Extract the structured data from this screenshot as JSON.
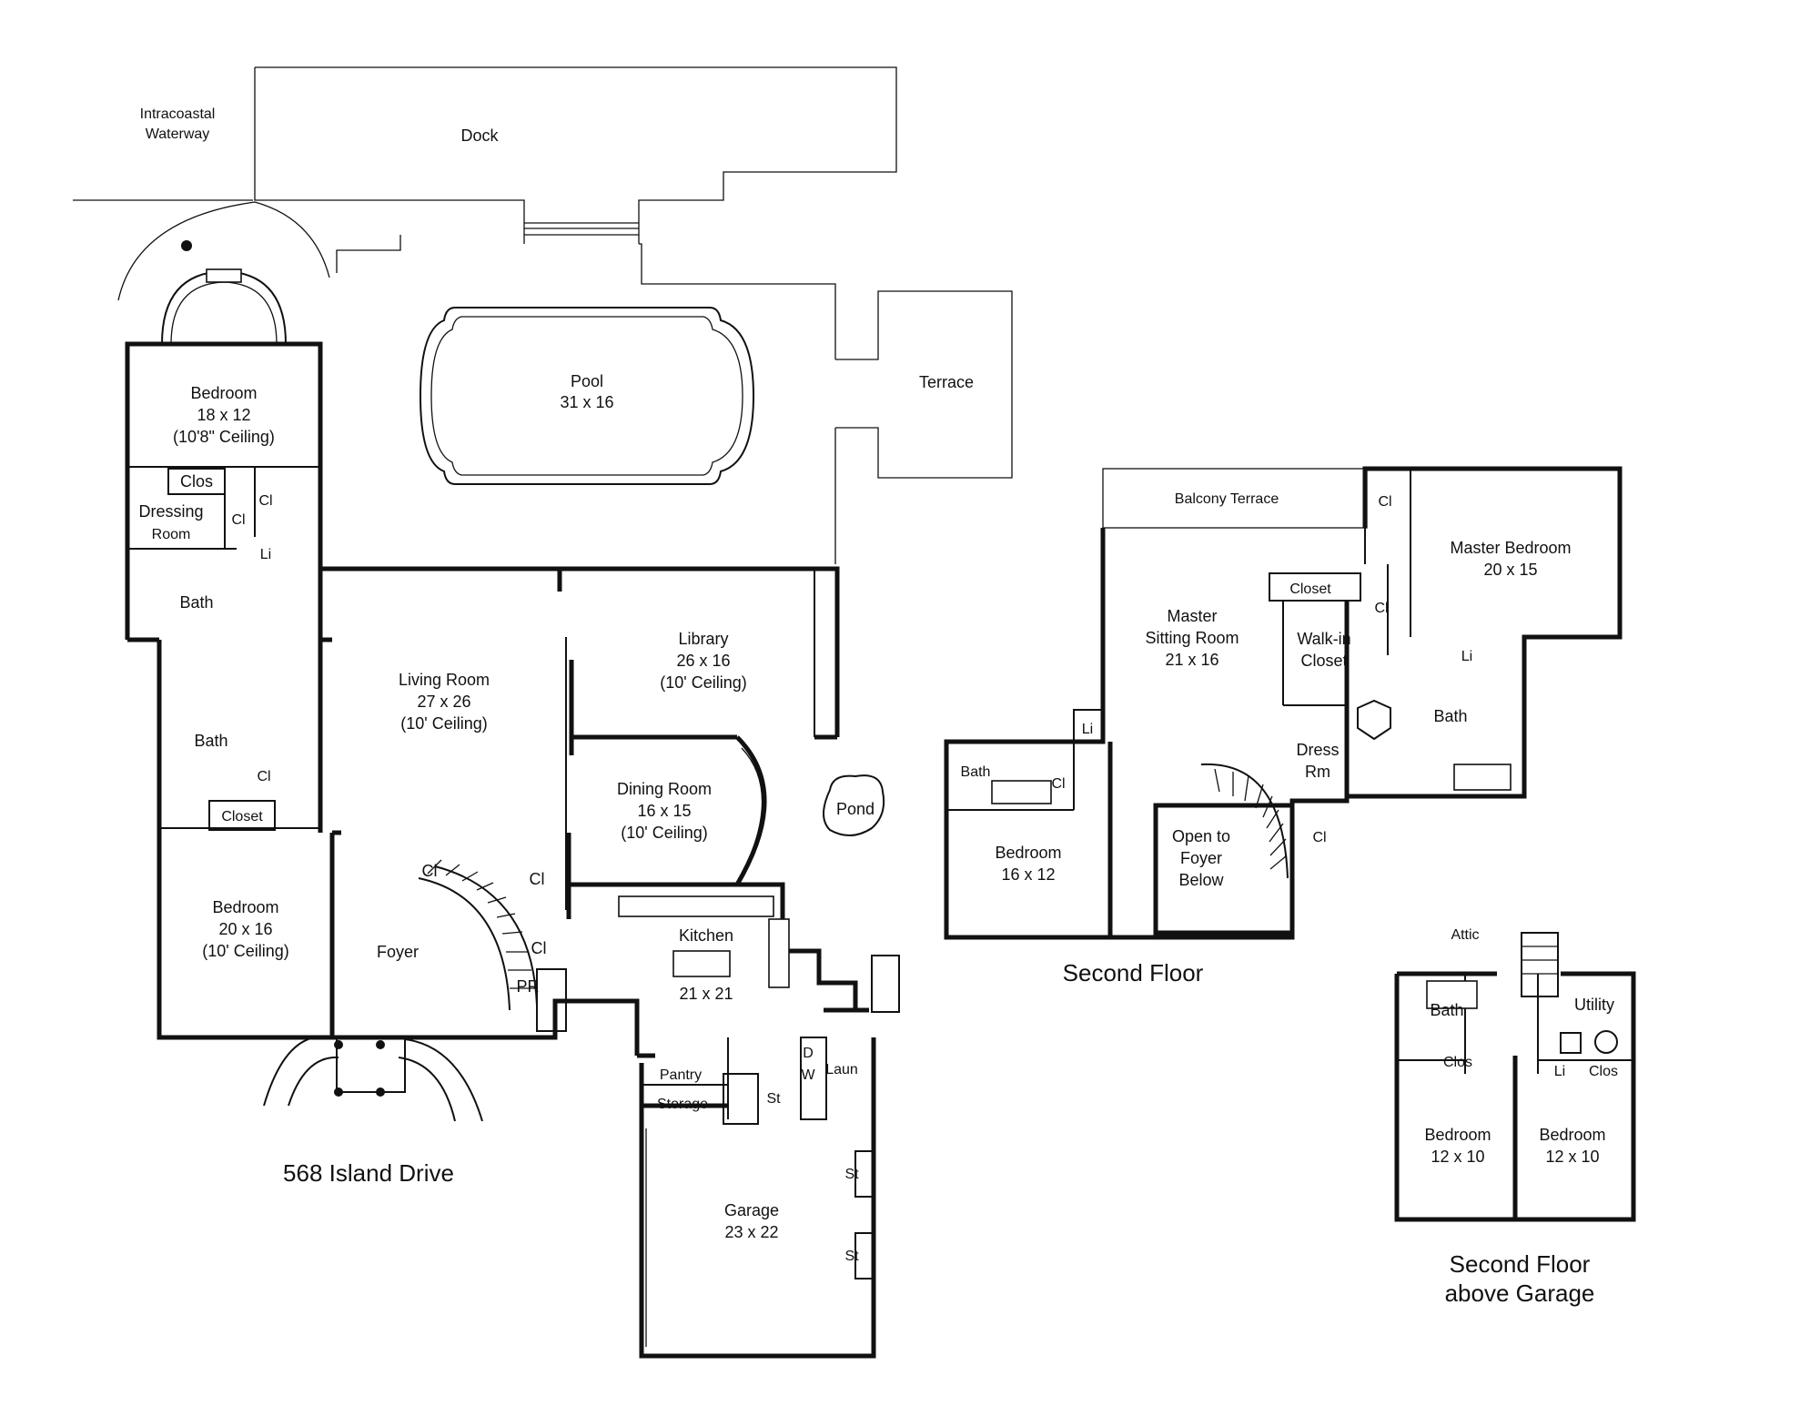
{
  "site": {
    "waterway_line1": "Intracoastal",
    "waterway_line2": "Waterway",
    "dock": "Dock",
    "pool_name": "Pool",
    "pool_size": "31 x 16",
    "terrace": "Terrace",
    "pond": "Pond"
  },
  "first_floor": {
    "title": "568  Island Drive",
    "bedroom_nw": {
      "name": "Bedroom",
      "size": "18 x 12",
      "note": "(10'8\" Ceiling)"
    },
    "clos": "Clos",
    "dressing_line1": "Dressing",
    "dressing_line2": "Room",
    "cl": "Cl",
    "li": "Li",
    "bath": "Bath",
    "closet": "Closet",
    "bedroom_sw": {
      "name": "Bedroom",
      "size": "20 x 16",
      "note": "(10' Ceiling)"
    },
    "living": {
      "name": "Living Room",
      "size": "27 x 26",
      "note": "(10' Ceiling)"
    },
    "library": {
      "name": "Library",
      "size": "26 x 16",
      "note": "(10' Ceiling)"
    },
    "dining": {
      "name": "Dining Room",
      "size": "16 x 15",
      "note": "(10' Ceiling)"
    },
    "foyer": "Foyer",
    "pr": "PR",
    "kitchen": {
      "name": "Kitchen",
      "size": "21 x 21"
    },
    "pantry": "Pantry",
    "storage": "Storage",
    "st": "St",
    "d": "D",
    "w": "W",
    "laun": "Laun",
    "garage": {
      "name": "Garage",
      "size": "23 x 22"
    }
  },
  "second_floor": {
    "title": "Second Floor",
    "balcony": "Balcony Terrace",
    "cl": "Cl",
    "li": "Li",
    "master_bedroom": {
      "name": "Master Bedroom",
      "size": "20 x 15"
    },
    "closet": "Closet",
    "master_sitting": {
      "line1": "Master",
      "line2": "Sitting Room",
      "size": "21 x 16"
    },
    "walkin_line1": "Walk-in",
    "walkin_line2": "Closet",
    "bath": "Bath",
    "dress_line1": "Dress",
    "dress_line2": "Rm",
    "open_line1": "Open to",
    "open_line2": "Foyer",
    "open_line3": "Below",
    "bedroom": {
      "name": "Bedroom",
      "size": "16 x 12"
    }
  },
  "garage_floor": {
    "title_line1": "Second Floor",
    "title_line2": "above Garage",
    "attic": "Attic",
    "bath": "Bath",
    "utility": "Utility",
    "clos": "Clos",
    "li": "Li",
    "bedroom_left": {
      "name": "Bedroom",
      "size": "12 x 10"
    },
    "bedroom_right": {
      "name": "Bedroom",
      "size": "12 x 10"
    }
  }
}
